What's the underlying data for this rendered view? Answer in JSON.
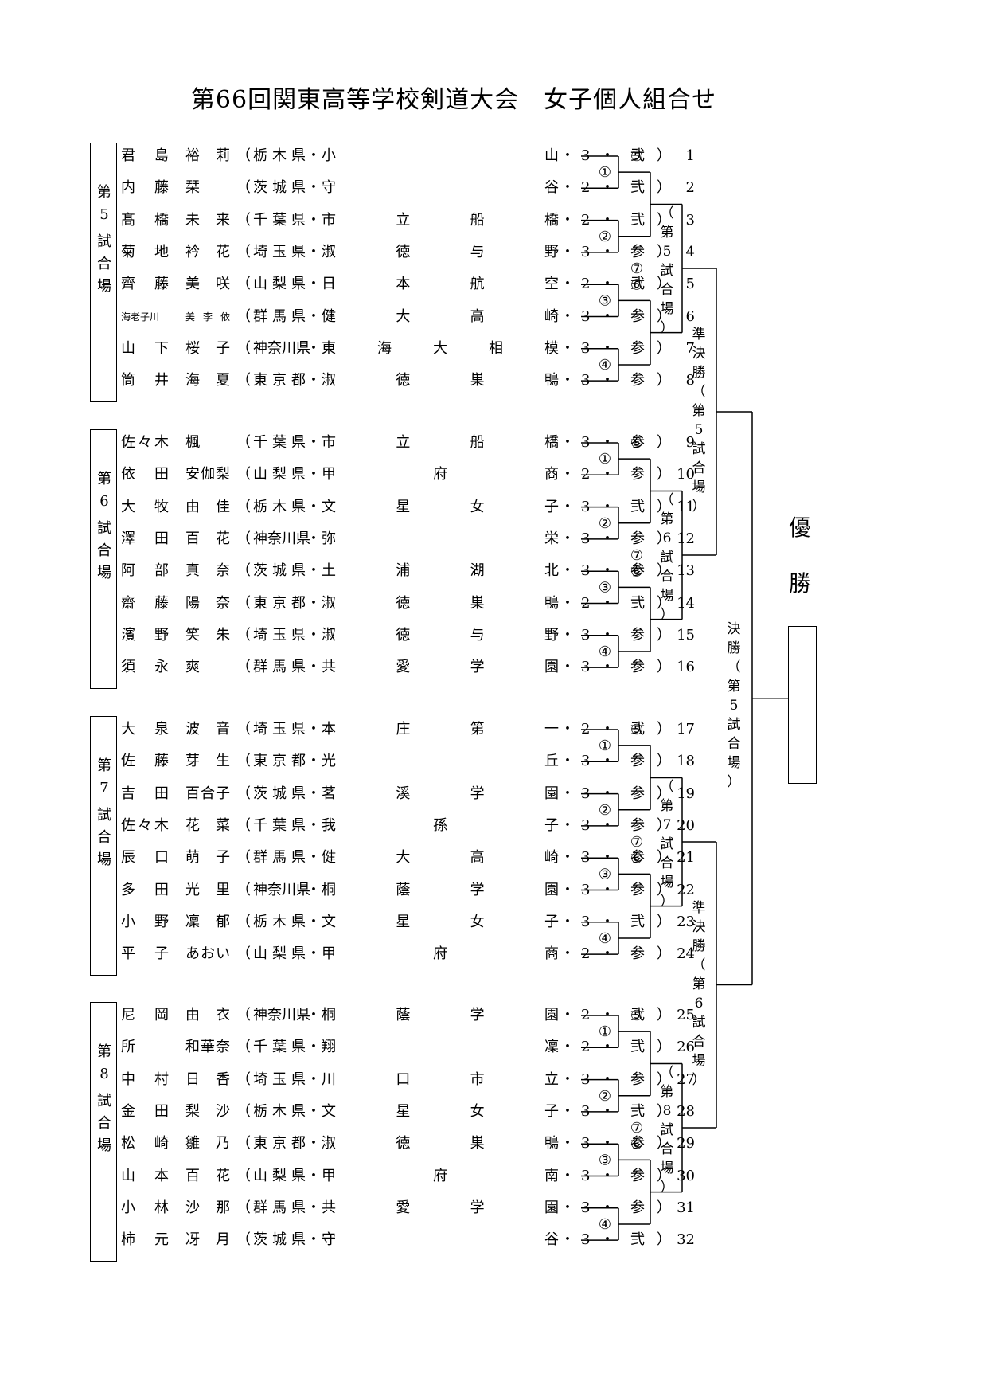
{
  "title": "第66回関東高等学校剣道大会　女子個人組合せ",
  "groups": [
    {
      "label": [
        "第",
        "5",
        "試",
        "合",
        "場"
      ],
      "bracket_label": [
        "（",
        "第",
        "5",
        "試",
        "合",
        "場",
        "）"
      ],
      "players": [
        {
          "sur": "君島",
          "giv": "裕莉",
          "pref": "栃木県",
          "school": "小山",
          "grade": "3",
          "rank": "弐",
          "num": "1"
        },
        {
          "sur": "内藤",
          "giv": "栞",
          "pref": "茨城県",
          "school": "守谷",
          "grade": "2",
          "rank": "弐",
          "num": "2"
        },
        {
          "sur": "髙橋",
          "giv": "未来",
          "pref": "千葉県",
          "school": "市立船橋",
          "grade": "2",
          "rank": "弐",
          "num": "3"
        },
        {
          "sur": "菊地",
          "giv": "衿花",
          "pref": "埼玉県",
          "school": "淑徳与野",
          "grade": "3",
          "rank": "参",
          "num": "4"
        },
        {
          "sur": "齊藤",
          "giv": "美咲",
          "pref": "山梨県",
          "school": "日本航空",
          "grade": "2",
          "rank": "弐",
          "num": "5"
        },
        {
          "sur": "海老子川",
          "giv": "美李依",
          "pref": "群馬県",
          "school": "健大高崎",
          "grade": "3",
          "rank": "参",
          "num": "6"
        },
        {
          "sur": "山下",
          "giv": "桜子",
          "pref": "神奈川県",
          "school": "東海大相模",
          "grade": "3",
          "rank": "参",
          "num": "7"
        },
        {
          "sur": "筒井",
          "giv": "海夏",
          "pref": "東京都",
          "school": "淑徳巣鴨",
          "grade": "3",
          "rank": "参",
          "num": "8"
        }
      ]
    },
    {
      "label": [
        "第",
        "6",
        "試",
        "合",
        "場"
      ],
      "bracket_label": [
        "（",
        "第",
        "6",
        "試",
        "合",
        "場",
        "）"
      ],
      "players": [
        {
          "sur": "佐々木",
          "giv": "楓",
          "pref": "千葉県",
          "school": "市立船橋",
          "grade": "3",
          "rank": "参",
          "num": "9"
        },
        {
          "sur": "依田",
          "giv": "安伽梨",
          "pref": "山梨県",
          "school": "甲府商",
          "grade": "2",
          "rank": "参",
          "num": "10"
        },
        {
          "sur": "大牧",
          "giv": "由佳",
          "pref": "栃木県",
          "school": "文星女子",
          "grade": "3",
          "rank": "弐",
          "num": "11"
        },
        {
          "sur": "澤田",
          "giv": "百花",
          "pref": "神奈川県",
          "school": "弥栄",
          "grade": "3",
          "rank": "参",
          "num": "12"
        },
        {
          "sur": "阿部",
          "giv": "真奈",
          "pref": "茨城県",
          "school": "土浦湖北",
          "grade": "3",
          "rank": "参",
          "num": "13"
        },
        {
          "sur": "齋藤",
          "giv": "陽奈",
          "pref": "東京都",
          "school": "淑徳巣鴨",
          "grade": "2",
          "rank": "弐",
          "num": "14"
        },
        {
          "sur": "濱野",
          "giv": "笑朱",
          "pref": "埼玉県",
          "school": "淑徳与野",
          "grade": "3",
          "rank": "参",
          "num": "15"
        },
        {
          "sur": "須永",
          "giv": "爽",
          "pref": "群馬県",
          "school": "共愛学園",
          "grade": "3",
          "rank": "参",
          "num": "16"
        }
      ]
    },
    {
      "label": [
        "第",
        "7",
        "試",
        "合",
        "場"
      ],
      "bracket_label": [
        "（",
        "第",
        "7",
        "試",
        "合",
        "場",
        "）"
      ],
      "players": [
        {
          "sur": "大泉",
          "giv": "波音",
          "pref": "埼玉県",
          "school": "本庄第一",
          "grade": "2",
          "rank": "弐",
          "num": "17"
        },
        {
          "sur": "佐藤",
          "giv": "芽生",
          "pref": "東京都",
          "school": "光丘",
          "grade": "3",
          "rank": "参",
          "num": "18"
        },
        {
          "sur": "吉田",
          "giv": "百合子",
          "pref": "茨城県",
          "school": "茗溪学園",
          "grade": "3",
          "rank": "参",
          "num": "19"
        },
        {
          "sur": "佐々木",
          "giv": "花菜",
          "pref": "千葉県",
          "school": "我孫子",
          "grade": "3",
          "rank": "参",
          "num": "20"
        },
        {
          "sur": "辰口",
          "giv": "萌子",
          "pref": "群馬県",
          "school": "健大高崎",
          "grade": "3",
          "rank": "参",
          "num": "21"
        },
        {
          "sur": "多田",
          "giv": "光里",
          "pref": "神奈川県",
          "school": "桐蔭学園",
          "grade": "3",
          "rank": "参",
          "num": "22"
        },
        {
          "sur": "小野",
          "giv": "凜郁",
          "pref": "栃木県",
          "school": "文星女子",
          "grade": "3",
          "rank": "弐",
          "num": "23"
        },
        {
          "sur": "平子",
          "giv": "あおい",
          "pref": "山梨県",
          "school": "甲府商",
          "grade": "2",
          "rank": "参",
          "num": "24"
        }
      ]
    },
    {
      "label": [
        "第",
        "8",
        "試",
        "合",
        "場"
      ],
      "bracket_label": [
        "（",
        "第",
        "8",
        "試",
        "合",
        "場",
        "）"
      ],
      "players": [
        {
          "sur": "尼岡",
          "giv": "由衣",
          "pref": "神奈川県",
          "school": "桐蔭学園",
          "grade": "2",
          "rank": "弐",
          "num": "25"
        },
        {
          "sur": "所",
          "giv": "和華奈",
          "pref": "千葉県",
          "school": "翔凜",
          "grade": "2",
          "rank": "弐",
          "num": "26"
        },
        {
          "sur": "中村",
          "giv": "日香",
          "pref": "埼玉県",
          "school": "川口市立",
          "grade": "3",
          "rank": "参",
          "num": "27"
        },
        {
          "sur": "金田",
          "giv": "梨沙",
          "pref": "栃木県",
          "school": "文星女子",
          "grade": "3",
          "rank": "弐",
          "num": "28"
        },
        {
          "sur": "松崎",
          "giv": "雛乃",
          "pref": "東京都",
          "school": "淑徳巣鴨",
          "grade": "3",
          "rank": "参",
          "num": "29"
        },
        {
          "sur": "山本",
          "giv": "百花",
          "pref": "山梨県",
          "school": "甲府南",
          "grade": "3",
          "rank": "参",
          "num": "30"
        },
        {
          "sur": "小林",
          "giv": "沙那",
          "pref": "群馬県",
          "school": "共愛学園",
          "grade": "3",
          "rank": "参",
          "num": "31"
        },
        {
          "sur": "柿元",
          "giv": "冴月",
          "pref": "茨城県",
          "school": "守谷",
          "grade": "3",
          "rank": "弐",
          "num": "32"
        }
      ]
    }
  ],
  "match_marks": [
    "①",
    "②",
    "③",
    "④",
    "⑤",
    "⑥",
    "⑦"
  ],
  "punct": {
    "open": "（",
    "close": "）",
    "sep": "・"
  },
  "semifinal_top": [
    "準",
    "決",
    "勝",
    "（",
    "第",
    "5",
    "試",
    "合",
    "場",
    "）"
  ],
  "semifinal_bottom": [
    "準",
    "決",
    "勝",
    "（",
    "第",
    "6",
    "試",
    "合",
    "場",
    "）"
  ],
  "final": [
    "決",
    "勝",
    "（",
    "第",
    "5",
    "試",
    "合",
    "場",
    "）"
  ],
  "winner": [
    "優",
    "勝"
  ]
}
